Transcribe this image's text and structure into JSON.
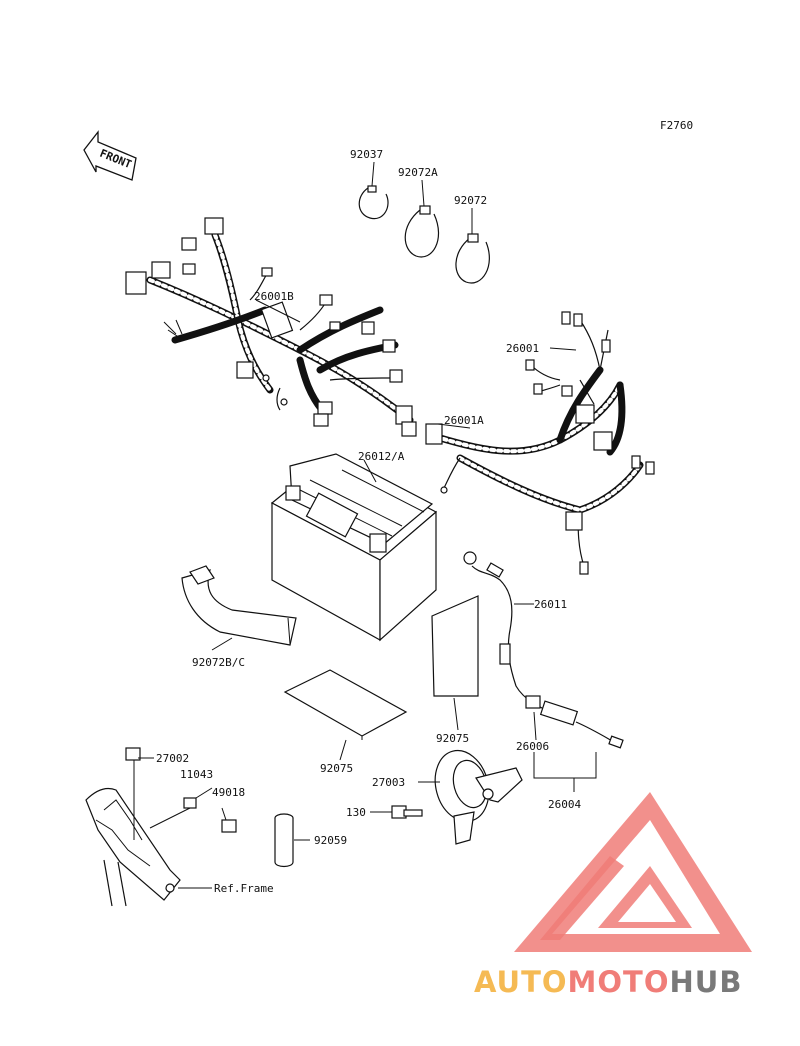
{
  "diagram": {
    "code": "F2760",
    "front_label": "FRONT",
    "parts": {
      "p92037": "92037",
      "p92072A": "92072A",
      "p92072": "92072",
      "p26001B": "26001B",
      "p26001": "26001",
      "p26001A": "26001A",
      "p26012A": "26012/A",
      "p26011": "26011",
      "p92072BC": "92072B/C",
      "p92075a": "92075",
      "p92075b": "92075",
      "p26006": "26006",
      "p27002": "27002",
      "p11043": "11043",
      "p49018": "49018",
      "p27003": "27003",
      "p26004": "26004",
      "p130": "130",
      "p92059": "92059",
      "ref_frame": "Ref.Frame"
    }
  },
  "watermark": {
    "part1": "AUTO",
    "part2": "MOTO",
    "part3": "HUB",
    "color1": "#f5b342",
    "color2": "#ef6f6a",
    "color3": "#6b6b6b"
  }
}
